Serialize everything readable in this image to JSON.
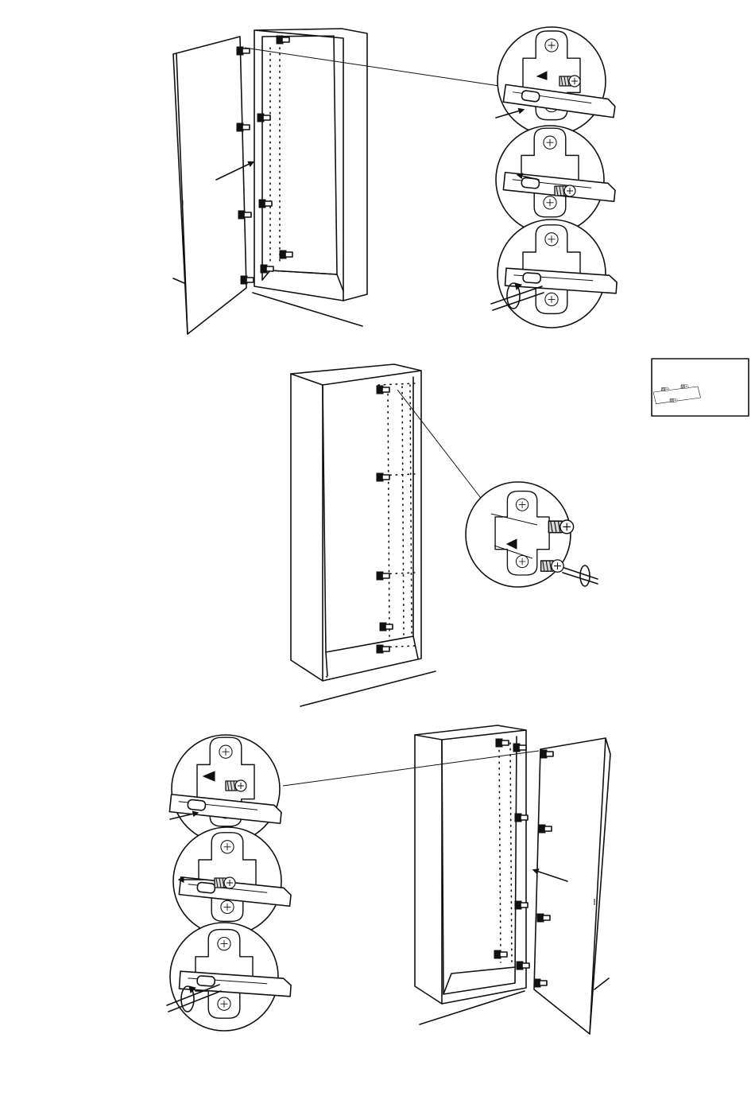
{
  "diagram": {
    "steps": [
      {
        "id": "attach-left-door",
        "door_side": "left"
      },
      {
        "id": "mount-hinge-plates"
      },
      {
        "id": "attach-right-door",
        "door_side": "right"
      }
    ],
    "parts_box": {
      "icon": "hinge-mounting-plate-icon"
    },
    "colors": {
      "line": "#111111",
      "background": "#ffffff",
      "shade": "#d9d9d9"
    }
  }
}
